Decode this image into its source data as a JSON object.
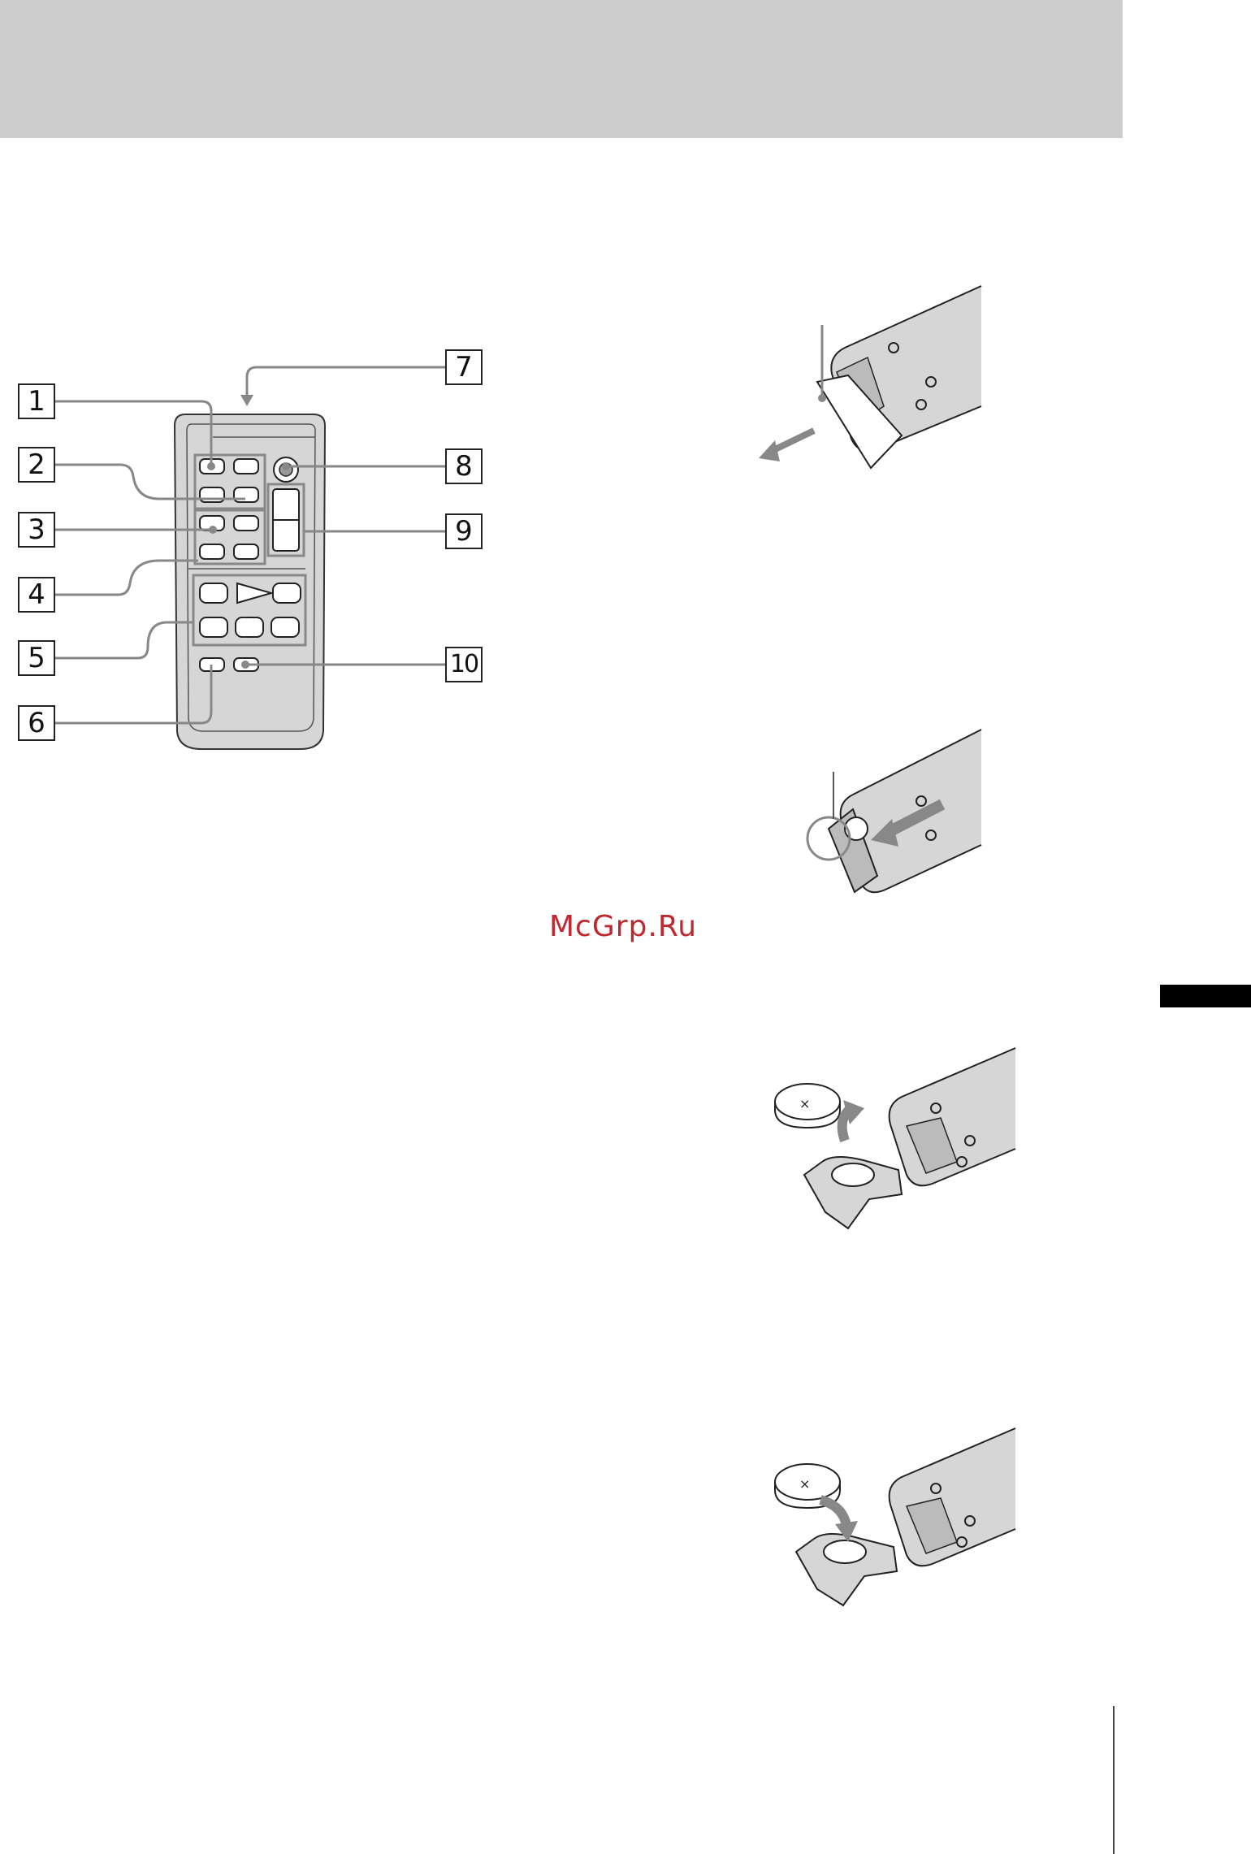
{
  "remote_diagram": {
    "callouts": [
      "1",
      "2",
      "3",
      "4",
      "5",
      "6",
      "7",
      "8",
      "9",
      "10"
    ]
  },
  "watermark": "McGrp.Ru",
  "colors": {
    "header_band": "#cdcdcd",
    "watermark": "#c0282d",
    "remote_body": "#d6d6d6"
  }
}
